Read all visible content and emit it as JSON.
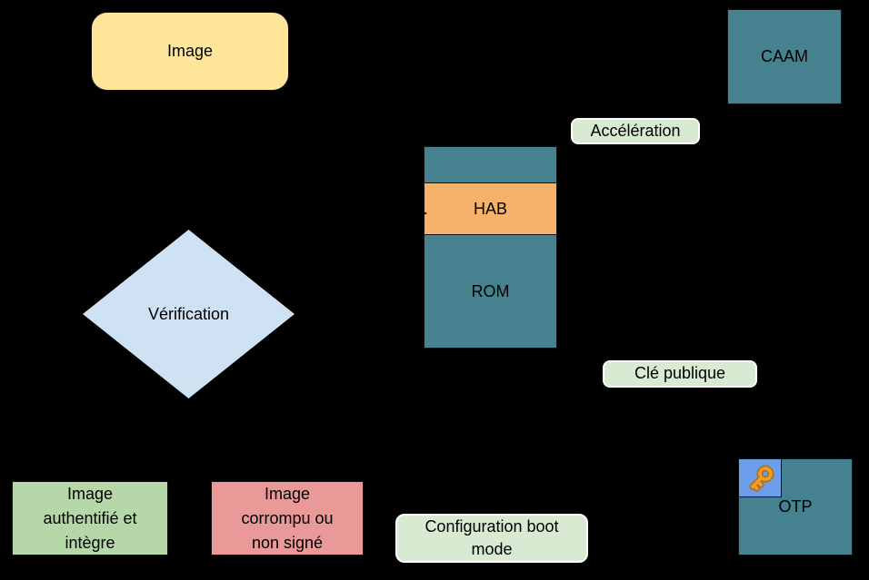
{
  "canvas": {
    "background": "#000000",
    "text_color": "#000000"
  },
  "nodes": {
    "image_box": {
      "label": "Image",
      "fill": "#FFE599"
    },
    "caam_box": {
      "label": "CAAM",
      "fill": "#45818E"
    },
    "stack": {
      "top_fill": "#45818E",
      "hab": {
        "label": "HAB",
        "fill": "#F6B26B"
      },
      "rom": {
        "label": "ROM",
        "fill": "#45818E"
      }
    },
    "verification": {
      "label": "Vérification",
      "fill": "#CFE2F3"
    },
    "authentic": {
      "lines": [
        "Image",
        "authentifié et",
        "intègre"
      ],
      "fill": "#B6D7A8"
    },
    "corrupt": {
      "lines": [
        "Image",
        "corrompu ou",
        "non signé"
      ],
      "fill": "#EA9999"
    },
    "otp": {
      "label": "OTP",
      "fill": "#45818E",
      "key_square_fill": "#6D9EEB",
      "key_icon": "key-icon",
      "key_color": "#ED9D2B"
    }
  },
  "labels": {
    "acceleration": {
      "text": "Accélération",
      "fill": "#D9EAD3"
    },
    "public_key": {
      "text": "Clé publique",
      "fill": "#D9EAD3"
    },
    "boot_config": {
      "lines": [
        "Configuration boot",
        "mode"
      ],
      "fill": "#D9EAD3"
    }
  }
}
